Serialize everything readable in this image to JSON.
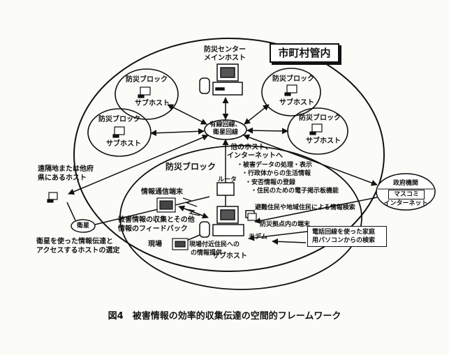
{
  "region_label": "市町村管内",
  "main_host": {
    "line1": "防災センター",
    "line2": "メインホスト"
  },
  "sub_blocks": [
    {
      "line1": "防災ブロック",
      "line2": "サブホスト"
    },
    {
      "line1": "防災ブロック",
      "line2": "サブホスト"
    },
    {
      "line1": "防災ブロック",
      "line2": "サブホスト"
    },
    {
      "line1": "防災ブロック",
      "line2": "サブホスト"
    }
  ],
  "network_hub": {
    "line1": "有線回線、",
    "line2": "衛星回線"
  },
  "block_label": "防災ブロック",
  "router_label": "ルータ",
  "remote_host": {
    "line1": "遠隔地または他府",
    "line2": "県にあるホスト"
  },
  "satellite_label": "衛星",
  "satellite_note": {
    "line1": "衛星を使った情報伝達と",
    "line2": "アクセスするホストの選定"
  },
  "info_terminal": "情報通信端末",
  "collection_note": {
    "line1": "被害情報の収集とその他",
    "line2": "情報のフィードバック"
  },
  "field_label": "現場",
  "field_residents": {
    "line1": "現場付近住民への",
    "line2": "の情報提供"
  },
  "block_subhost": "サブホスト",
  "other_hosts": {
    "line1": "他のホスト、",
    "line2": "インターネットへ"
  },
  "functions": [
    "・被害データの処理・表示",
    "・行政体からの生活情報",
    "・安否情報の登録",
    "・住民のための電子掲示板機能"
  ],
  "evac_search": "避難住民や地域住民による情報検索",
  "base_terminal": "防災拠点内の端末",
  "modem_label": "モデム",
  "home_pc": {
    "line1": "電話回線を使った家庭",
    "line2": "用パソコンからの検索"
  },
  "external_orgs": [
    "政府機関",
    "マスコミ",
    "インターネット"
  ],
  "caption": "図4　被害情報の効率的収集伝達の空間的フレームワーク"
}
